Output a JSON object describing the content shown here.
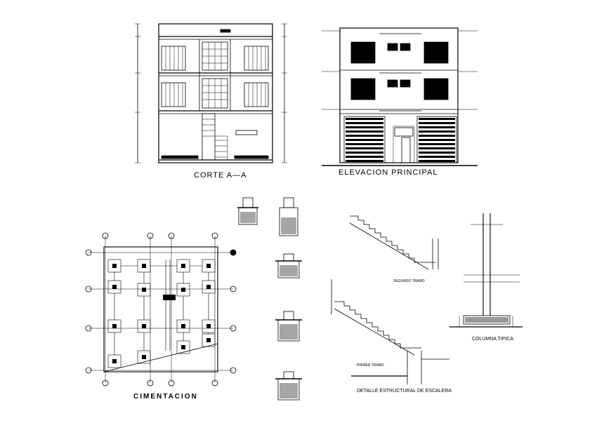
{
  "drawing": {
    "section_title": "CORTE A—A",
    "elevation_title": "ELEVACION PRINCIPAL",
    "foundation_title": "CIMENTACION",
    "stair_second_flight": "SEGUNDO TRAMO",
    "stair_first_flight": "PRIMER TRAMO",
    "stair_detail_title": "DETALLE ESTRUCTURAL DE ESCALERA",
    "column_title": "COLUMNA TIPICA"
  },
  "colors": {
    "line": "#000000",
    "background": "#ffffff"
  }
}
